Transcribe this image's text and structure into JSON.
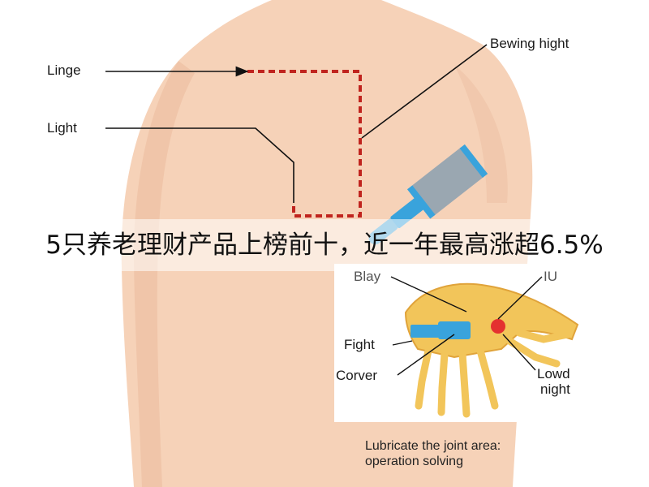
{
  "colors": {
    "skin": "#f6d2b8",
    "skin_shadow": "#e9b697",
    "dashed_line": "#c0241e",
    "hand_panel": "#ffffff",
    "bone": "#f2c55a",
    "pain_spot": "#e2202b",
    "device_body": "#9aa7b1",
    "device_tip": "#39a3dc"
  },
  "back_labels": {
    "linge": "Linge",
    "light": "Light",
    "bewing_hight": "Bewing hight"
  },
  "hand_labels": {
    "blay": "Blay",
    "iu": "IU",
    "fight": "Fight",
    "corver": "Corver",
    "lowd_night": [
      "Lowd",
      "night"
    ]
  },
  "caption": [
    "Lubricate the joint area:",
    "operation solving"
  ],
  "banner": "5只养老理财产品上榜前十，近一年最高涨超6.5%"
}
